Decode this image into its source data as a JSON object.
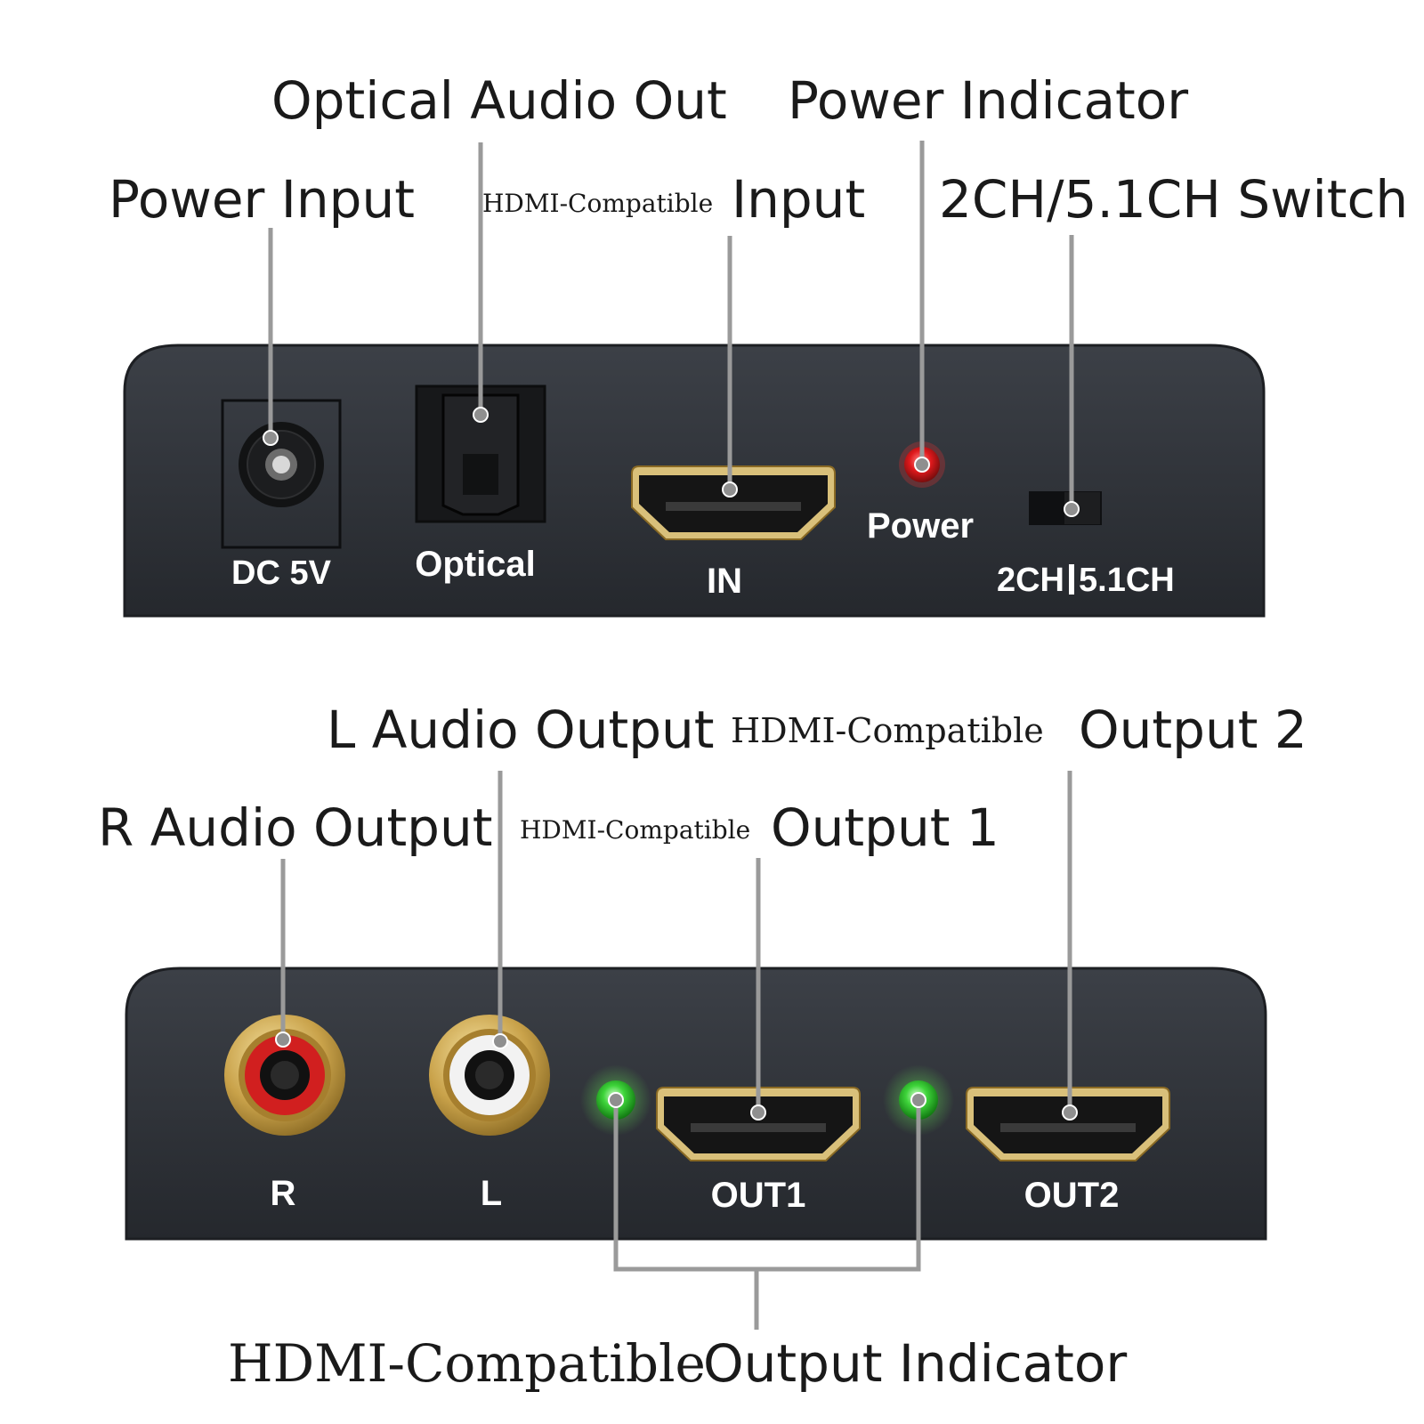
{
  "callouts": {
    "optical_audio_out": "Optical Audio Out",
    "power_indicator": "Power Indicator",
    "power_input": "Power Input",
    "hdmi_input_prefix": "HDMI-Compatible",
    "hdmi_input_word": "Input",
    "ch_switch": "2CH/5.1CH Switch",
    "l_audio_output": "L Audio Output",
    "hdmi_out2_prefix": "HDMI-Compatible",
    "hdmi_out2_word": "Output 2",
    "r_audio_output": "R Audio Output",
    "hdmi_out1_prefix": "HDMI-Compatible",
    "hdmi_out1_word": "Output 1",
    "output_indicator_prefix": "HDMI-Compatible",
    "output_indicator_word": "Output Indicator"
  },
  "panel_top": {
    "dc_label": "DC 5V",
    "optical_label": "Optical",
    "in_label": "IN",
    "power_label": "Power",
    "switch_label_left": "2CH",
    "switch_label_right": "5.1CH"
  },
  "panel_bottom": {
    "r_label": "R",
    "l_label": "L",
    "out1_label": "OUT1",
    "out2_label": "OUT2"
  },
  "colors": {
    "panel": "#2d3137",
    "power_led": "#e0191c",
    "output_led": "#3ed43a",
    "gold": "#c9a24a",
    "rca_red": "#d11f1f",
    "rca_white": "#f2f2f2"
  }
}
